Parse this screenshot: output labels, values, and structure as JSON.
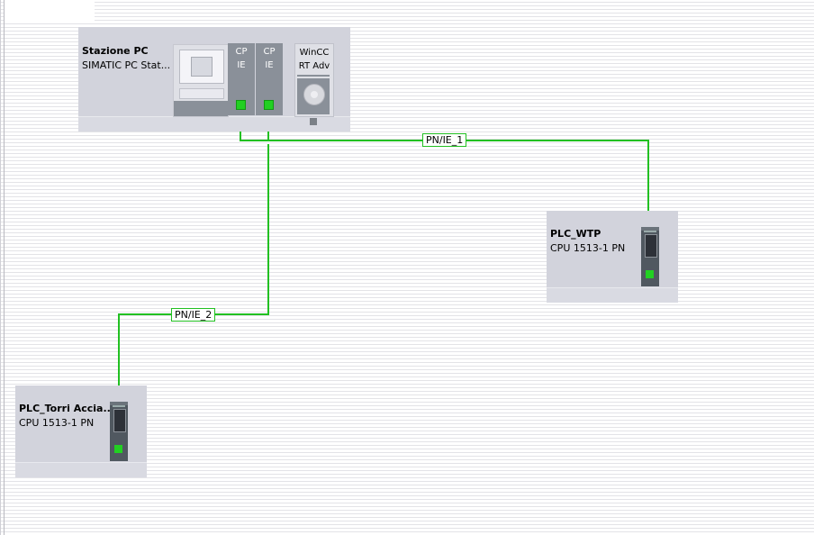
{
  "devices": {
    "pc_station": {
      "name": "Stazione PC",
      "type": "SIMATIC PC Stat...",
      "modules": [
        {
          "label_line1": "CP",
          "label_line2": "IE"
        },
        {
          "label_line1": "CP",
          "label_line2": "IE"
        },
        {
          "label_line1": "WinCC",
          "label_line2": "RT Adv"
        }
      ]
    },
    "plc_wtp": {
      "name": "PLC_WTP",
      "type": "CPU 1513-1 PN"
    },
    "plc_torri": {
      "name": "PLC_Torri Accia...",
      "type": "CPU 1513-1 PN"
    }
  },
  "subnets": [
    {
      "label": "PN/IE_1",
      "color": "#22c022"
    },
    {
      "label": "PN/IE_2",
      "color": "#22c022"
    }
  ],
  "colors": {
    "device_body": "#d2d3dc",
    "module": "#8a9099",
    "port_active": "#22d022",
    "network_line": "#22c022"
  }
}
